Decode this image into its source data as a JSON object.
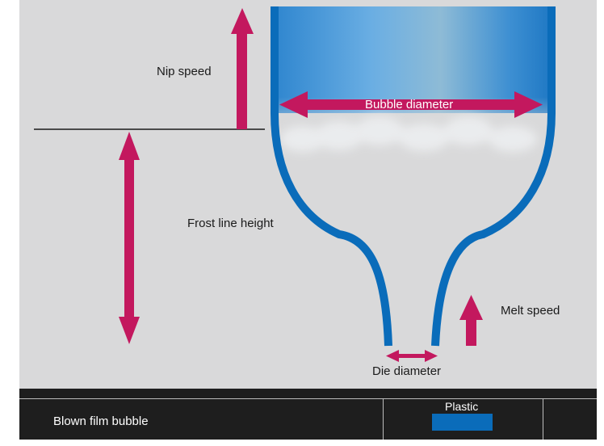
{
  "labels": {
    "nip_speed": "Nip speed",
    "bubble_diameter": "Bubble diameter",
    "frost_line_height": "Frost line height",
    "melt_speed": "Melt speed",
    "die_diameter": "Die diameter"
  },
  "footer": {
    "caption": "Blown film bubble",
    "legend_label": "Plastic"
  },
  "colors": {
    "background": "#d9d9da",
    "plastic": "#0a6cba",
    "arrow": "#c3185e",
    "footer": "#1e1e1e"
  }
}
